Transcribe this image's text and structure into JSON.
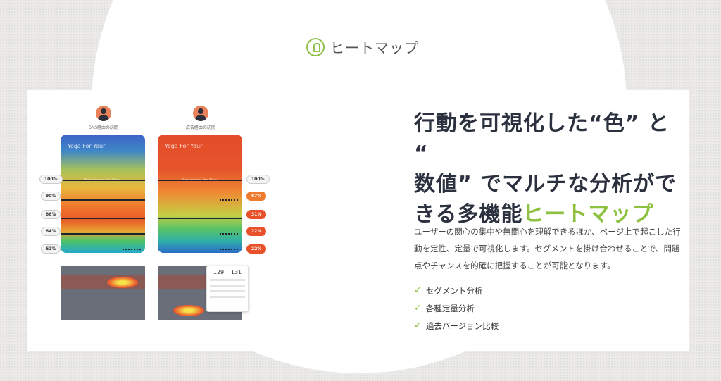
{
  "header": {
    "title": "ヒートマップ",
    "icon": "lightbulb-icon"
  },
  "illustration": {
    "columns": [
      {
        "label": "SNS経由の訪問",
        "phone_title": "Yoga For Your",
        "phone_sub": "Experience the Flow"
      },
      {
        "label": "広告経由の訪問",
        "phone_title": "Yoga For Your",
        "phone_sub": "Experience the Flow"
      }
    ],
    "left_pills": [
      "100%",
      "90%",
      "86%",
      "84%",
      "62%"
    ],
    "right_pills": [
      "100%",
      "67%",
      "31%",
      "22%",
      "22%"
    ],
    "tooltip": {
      "a": "129",
      "b": "131"
    }
  },
  "content": {
    "headline_1": "行動を可視化した“色” と “",
    "headline_2": "数値” でマルチな分析がで",
    "headline_3a": "きる多機能",
    "headline_3b": "ヒートマップ",
    "description": "ユーザーの関心の集中や無関心を理解できるほか、ページ上で起こした行動を定性、定量で可視化します。セグメントを掛け合わせることで、問題点やチャンスを的確に把握することが可能となります。",
    "features": [
      "セグメント分析",
      "各種定量分析",
      "過去バージョン比較"
    ]
  },
  "colors": {
    "accent": "#8dc13f",
    "headline": "#2b313f"
  }
}
